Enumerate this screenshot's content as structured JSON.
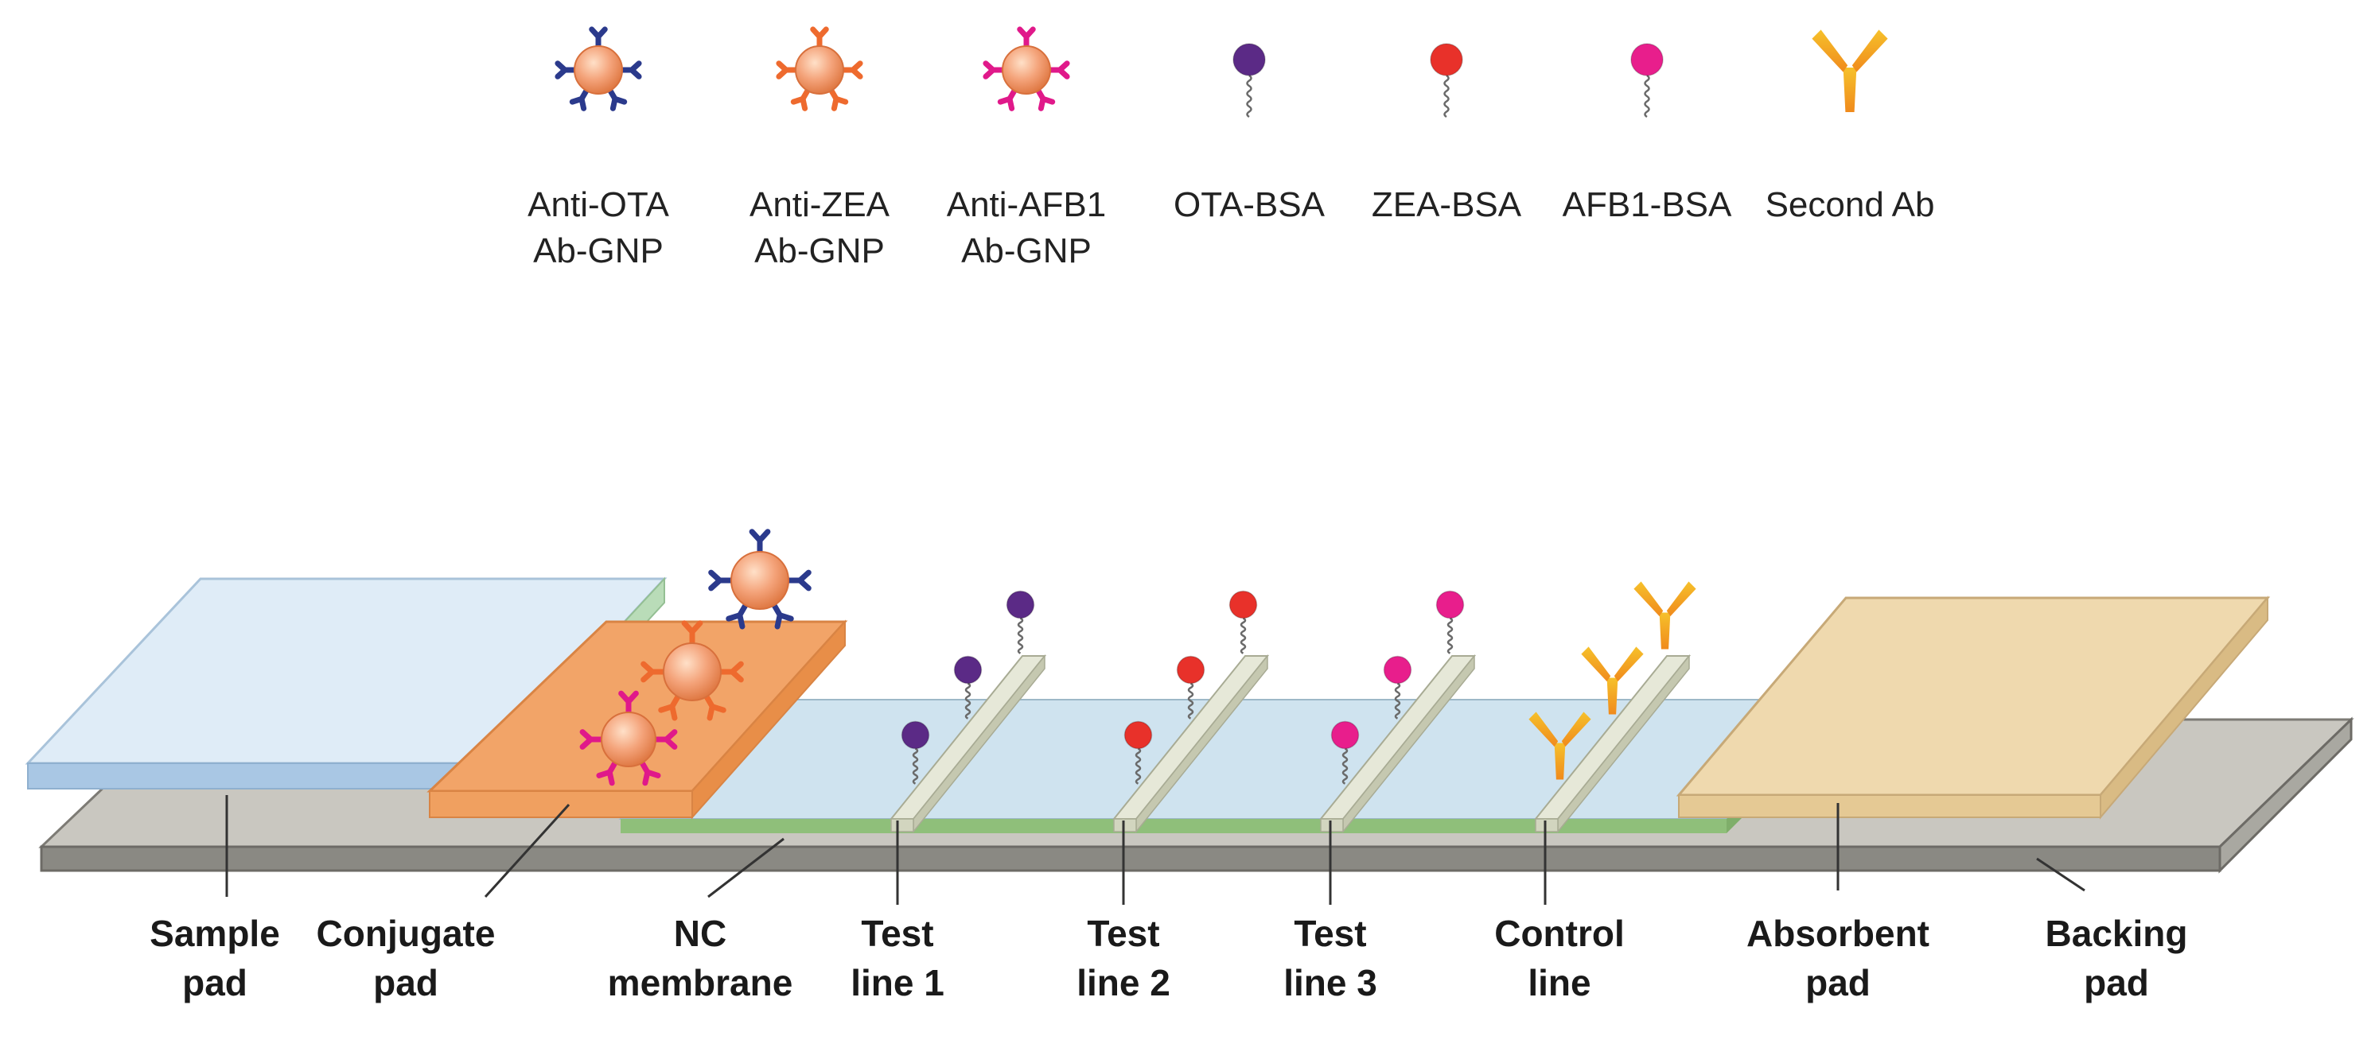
{
  "legend": [
    {
      "id": "anti-ota",
      "kind": "conjugate",
      "lines": [
        "Anti-OTA",
        "Ab-GNP"
      ],
      "antibody_color": "#2b3a8c"
    },
    {
      "id": "anti-zea",
      "kind": "conjugate",
      "lines": [
        "Anti-ZEA",
        "Ab-GNP"
      ],
      "antibody_color": "#ee6a2e"
    },
    {
      "id": "anti-afb1",
      "kind": "conjugate",
      "lines": [
        "Anti-AFB1",
        "Ab-GNP"
      ],
      "antibody_color": "#e0198a"
    },
    {
      "id": "ota-bsa",
      "kind": "antigen",
      "lines": [
        "OTA-BSA"
      ],
      "color": "#5b2a86"
    },
    {
      "id": "zea-bsa",
      "kind": "antigen",
      "lines": [
        "ZEA-BSA"
      ],
      "color": "#e8312a"
    },
    {
      "id": "afb1-bsa",
      "kind": "antigen",
      "lines": [
        "AFB1-BSA"
      ],
      "color": "#e81e8c"
    },
    {
      "id": "second-ab",
      "kind": "second",
      "lines": [
        "Second Ab"
      ],
      "color": "#f5a623"
    }
  ],
  "parts": [
    {
      "id": "sample-pad",
      "lines": [
        "Sample",
        "pad"
      ]
    },
    {
      "id": "conjugate-pad",
      "lines": [
        "Conjugate",
        "pad"
      ]
    },
    {
      "id": "nc-membrane",
      "lines": [
        "NC",
        "membrane"
      ]
    },
    {
      "id": "test-line-1",
      "lines": [
        "Test",
        "line 1"
      ]
    },
    {
      "id": "test-line-2",
      "lines": [
        "Test",
        "line 2"
      ]
    },
    {
      "id": "test-line-3",
      "lines": [
        "Test",
        "line 3"
      ]
    },
    {
      "id": "control-line",
      "lines": [
        "Control",
        "line"
      ]
    },
    {
      "id": "absorbent-pad",
      "lines": [
        "Absorbent",
        "pad"
      ]
    },
    {
      "id": "backing-pad",
      "lines": [
        "Backing",
        "pad"
      ]
    }
  ],
  "colors": {
    "backing": "#c9c7c0",
    "membrane": "#cfe3ef",
    "membrane_edge": "#8fbf7a",
    "sample_pad": "#dbe9f6",
    "conjugate_pad": "#f2a468",
    "absorbent_pad": "#efd9ae",
    "gold_particle": "#f4a37a",
    "line_strip": "#e6e8d8"
  }
}
